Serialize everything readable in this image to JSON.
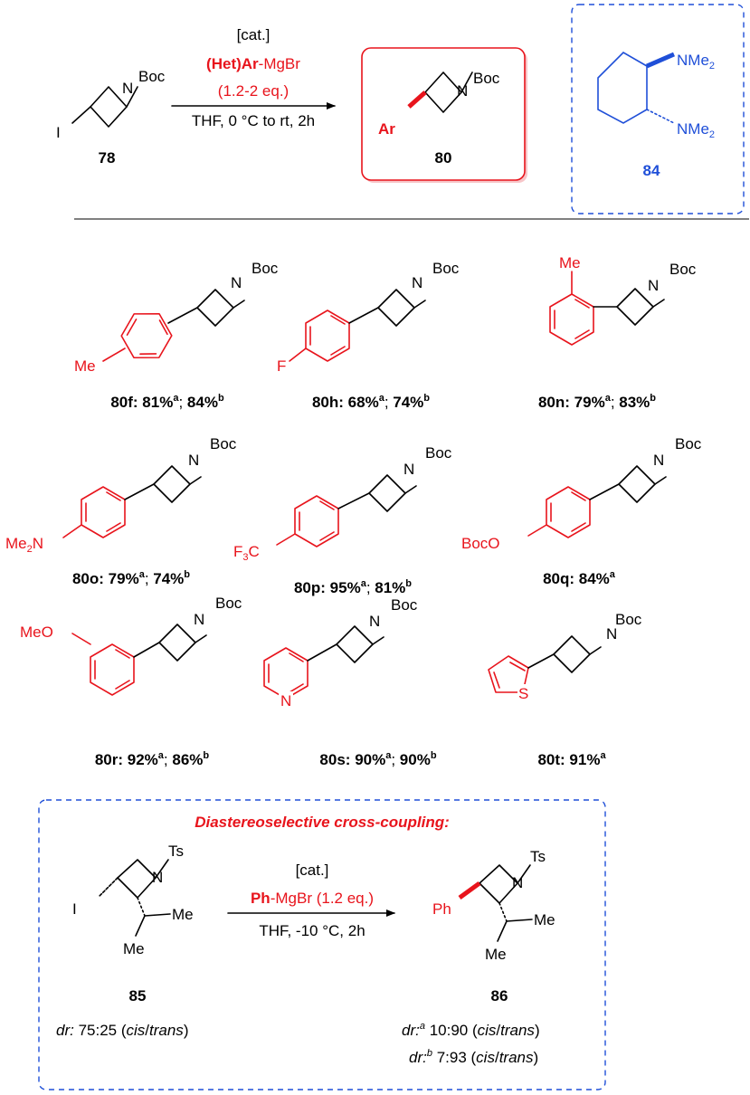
{
  "scheme": {
    "conditions": {
      "catalyst": "[cat.]",
      "reagent_bold": "(Het)Ar",
      "reagent_rest": "-MgBr",
      "equiv": "(1.2-2 eq.)",
      "solvent": "THF, 0 °C to rt, 2h"
    },
    "start": {
      "id": "78",
      "iodo": "I",
      "n": "N",
      "pg": "Boc"
    },
    "product": {
      "id": "80",
      "ar": "Ar",
      "n": "N",
      "pg": "Boc"
    },
    "ligand": {
      "id": "84",
      "group": "NMe",
      "sub": "2"
    }
  },
  "entries": [
    {
      "id": "80f",
      "substituent": "Me",
      "y1": "81%",
      "s1": "a",
      "y2": "84%",
      "s2": "b"
    },
    {
      "id": "80h",
      "substituent": "F",
      "y1": "68%",
      "s1": "a",
      "y2": "74%",
      "s2": "b"
    },
    {
      "id": "80n",
      "substituent": "Me",
      "y1": "79%",
      "s1": "a",
      "y2": "83%",
      "s2": "b"
    },
    {
      "id": "80o",
      "substituent": "Me",
      "sub2": "2",
      "sub_tail": "N",
      "y1": "79%",
      "s1": "a",
      "y2": "74%",
      "s2": "b"
    },
    {
      "id": "80p",
      "substituent": "F",
      "sub2": "3",
      "sub_tail": "C",
      "y1": "95%",
      "s1": "a",
      "y2": "81%",
      "s2": "b"
    },
    {
      "id": "80q",
      "substituent": "BocO",
      "y1": "84%",
      "s1": "a"
    },
    {
      "id": "80r",
      "substituent": "MeO",
      "y1": "92%",
      "s1": "a",
      "y2": "86%",
      "s2": "b"
    },
    {
      "id": "80s",
      "heteroatom": "N",
      "y1": "90%",
      "s1": "a",
      "y2": "90%",
      "s2": "b"
    },
    {
      "id": "80t",
      "heteroatom": "S",
      "y1": "91%",
      "s1": "a"
    }
  ],
  "common": {
    "n": "N",
    "pg": "Boc",
    "sep": ": ",
    "semi": "; "
  },
  "diastereo": {
    "title": "Diastereoselective cross-coupling:",
    "catalyst": "[cat.]",
    "reagent_bold": "Ph",
    "reagent_rest": "-MgBr (1.2 eq.)",
    "solvent": "THF, -10 °C, 2h",
    "sm": {
      "id": "85",
      "iodo": "I",
      "n": "N",
      "pg": "Ts",
      "me1": "Me",
      "me2": "Me",
      "dr_label": "dr:",
      "dr_value": " 75:25 (",
      "cis": "cis",
      "slash": "/",
      "trans": "trans",
      "close": ")"
    },
    "prod": {
      "id": "86",
      "ph": "Ph",
      "n": "N",
      "pg": "Ts",
      "me1": "Me",
      "me2": "Me",
      "dr1_label": "dr:",
      "dr1_sup": "a",
      "dr1_value": " 10:90 (",
      "dr2_label": "dr:",
      "dr2_sup": "b",
      "dr2_value": " 7:93 (",
      "cis": "cis",
      "slash": "/",
      "trans": "trans",
      "close": ")"
    }
  },
  "colors": {
    "highlight": "#e8141c",
    "ligand": "#1f4fd8"
  }
}
